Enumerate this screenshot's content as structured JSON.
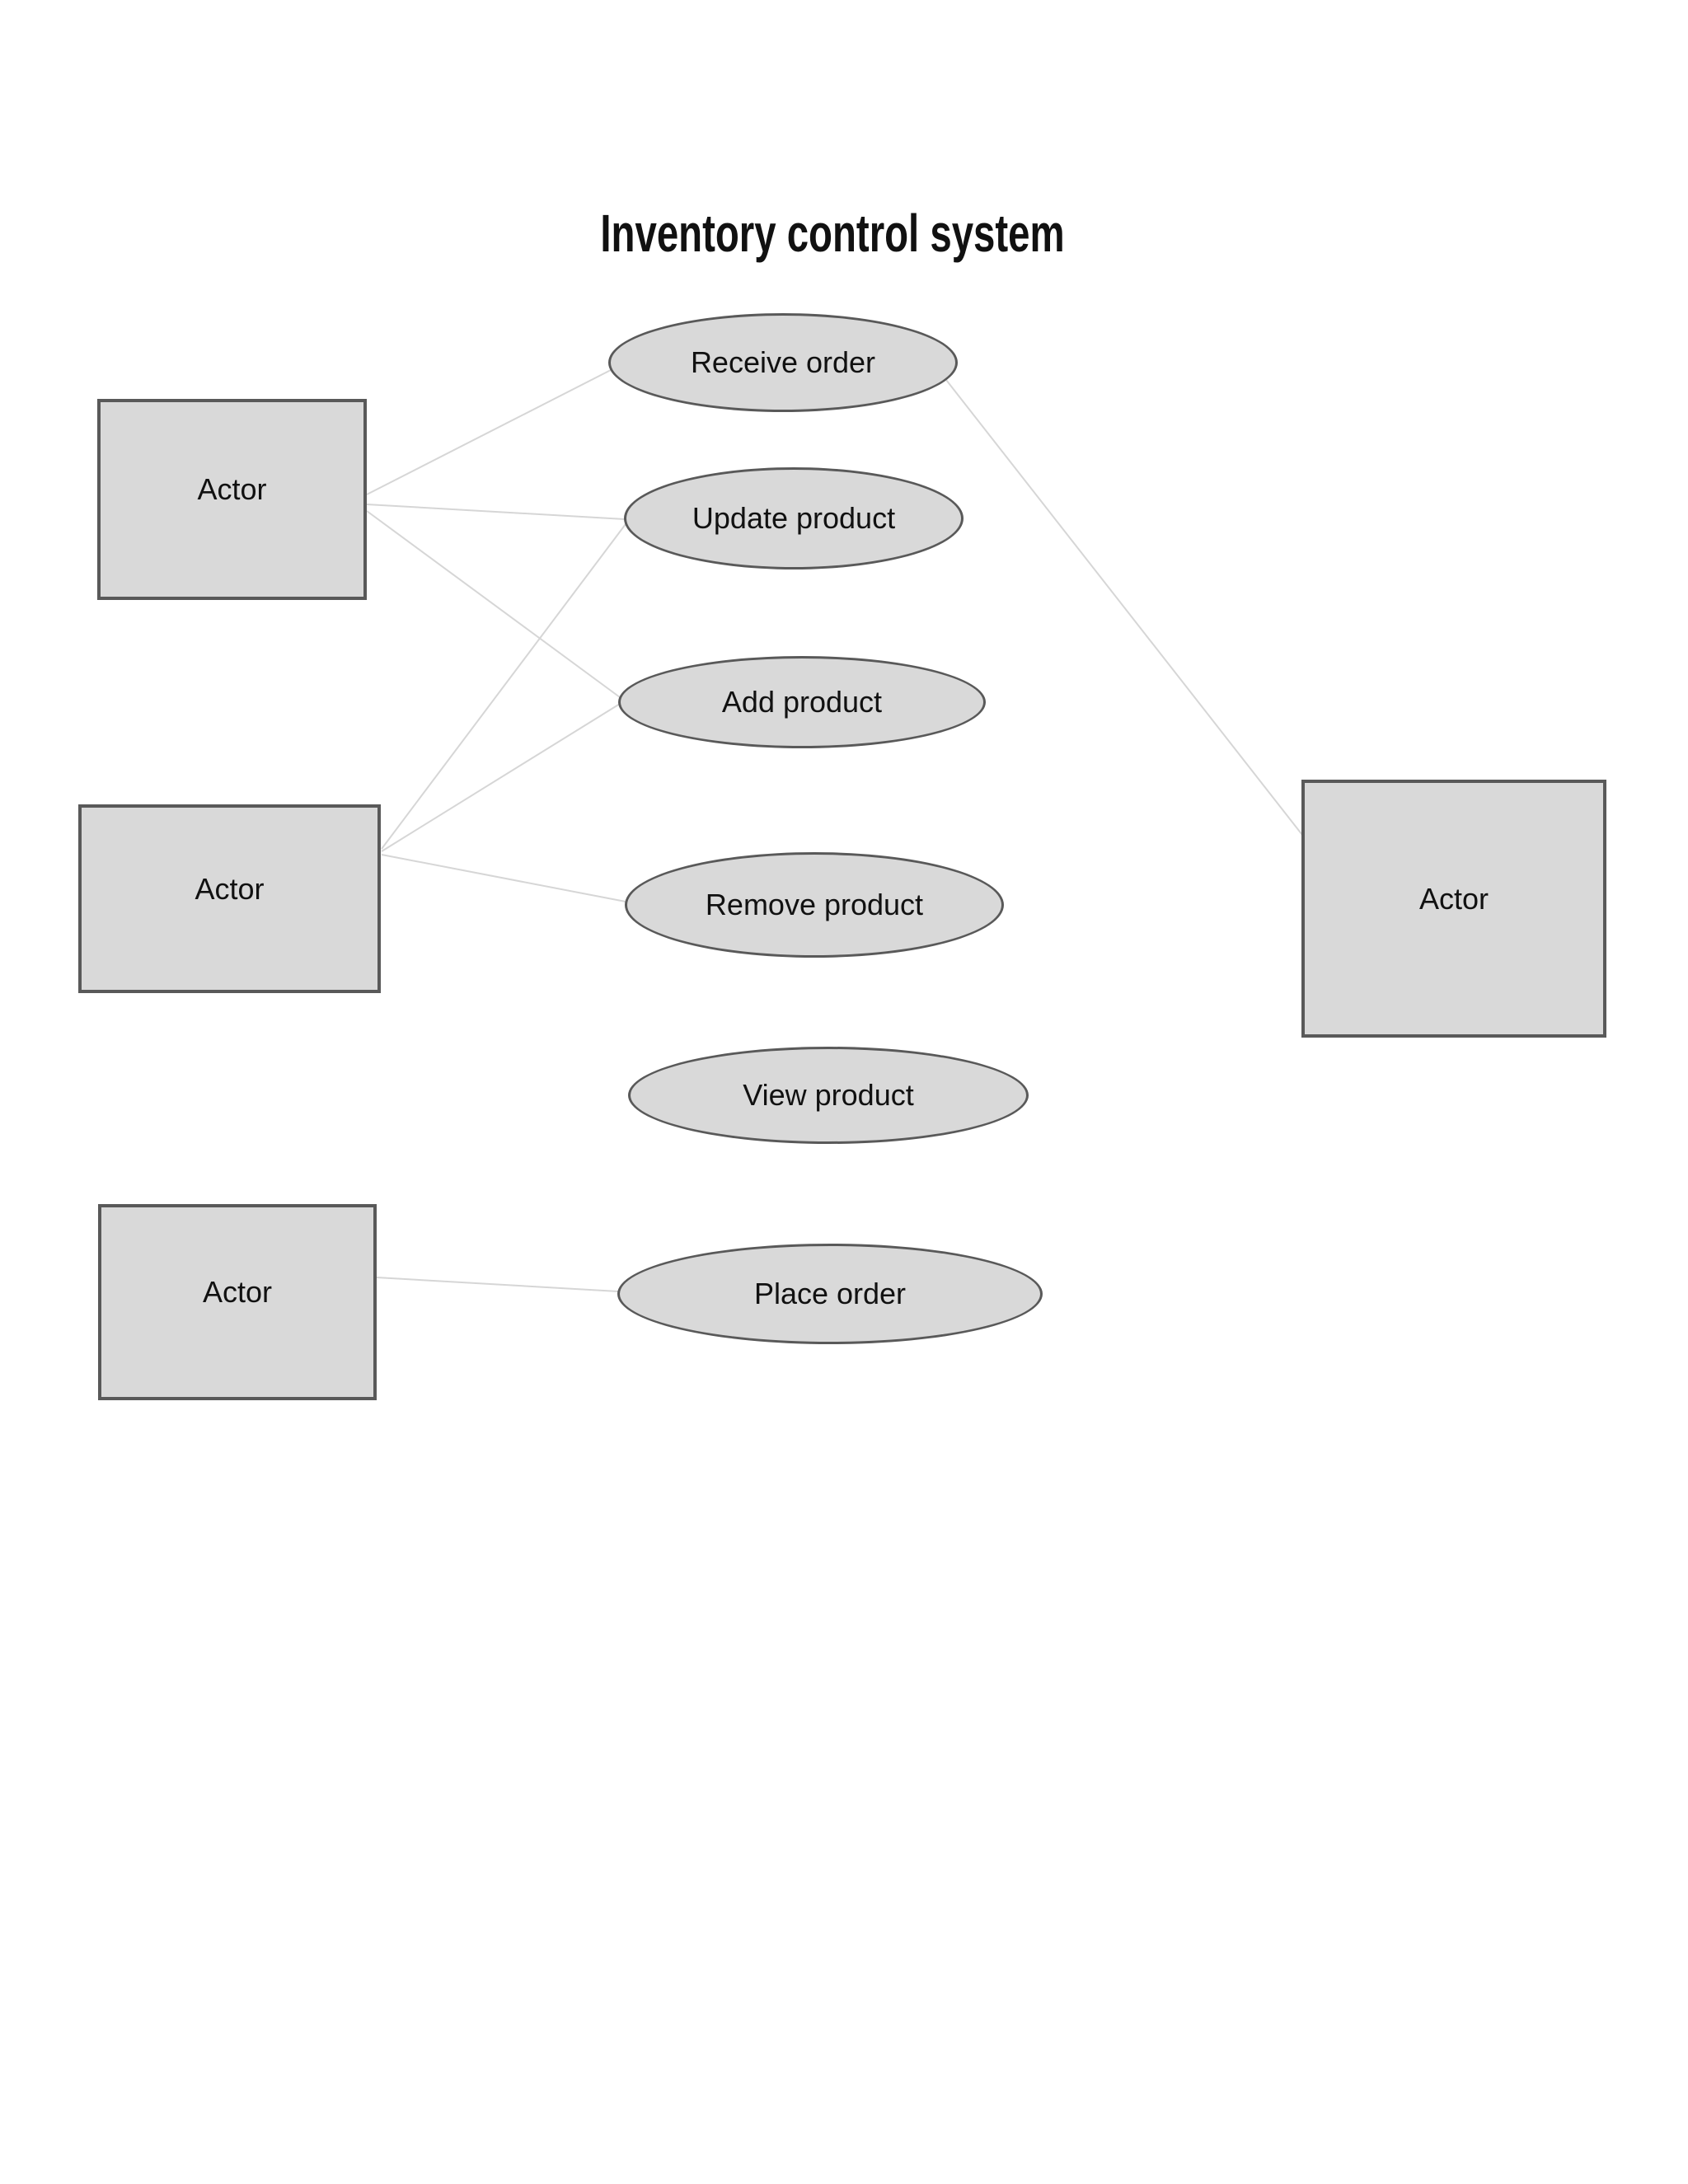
{
  "title": "Inventory control system",
  "diagram": {
    "actors": [
      {
        "id": "actor-top-left",
        "label": "Actor"
      },
      {
        "id": "actor-middle-left",
        "label": "Actor"
      },
      {
        "id": "actor-bottom-left",
        "label": "Actor"
      },
      {
        "id": "actor-right",
        "label": "Actor"
      }
    ],
    "use_cases": [
      {
        "id": "receive-order",
        "label": "Receive order"
      },
      {
        "id": "update-product",
        "label": "Update product"
      },
      {
        "id": "add-product",
        "label": "Add product"
      },
      {
        "id": "remove-product",
        "label": "Remove product"
      },
      {
        "id": "view-product",
        "label": "View product"
      },
      {
        "id": "place-order",
        "label": "Place order"
      }
    ],
    "edges": [
      {
        "from": "actor-top-left",
        "to": "receive-order"
      },
      {
        "from": "actor-top-left",
        "to": "update-product"
      },
      {
        "from": "actor-top-left",
        "to": "add-product"
      },
      {
        "from": "actor-middle-left",
        "to": "update-product"
      },
      {
        "from": "actor-middle-left",
        "to": "add-product"
      },
      {
        "from": "actor-middle-left",
        "to": "remove-product"
      },
      {
        "from": "receive-order",
        "to": "actor-right"
      },
      {
        "from": "actor-bottom-left",
        "to": "place-order"
      }
    ],
    "colors": {
      "node_fill": "#d9d9d9",
      "node_border": "#595959",
      "connector": "#d6d6d6",
      "text": "#111111",
      "background": "#ffffff"
    }
  }
}
